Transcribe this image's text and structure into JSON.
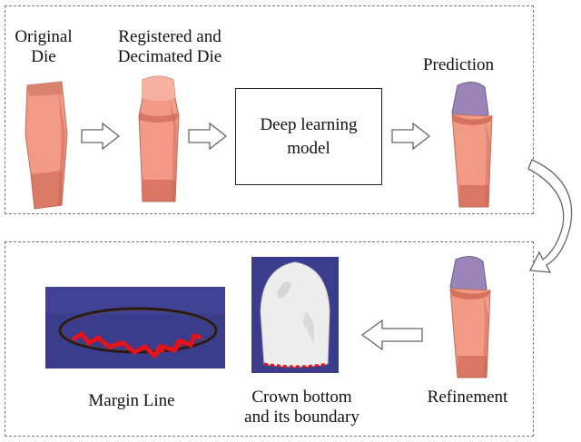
{
  "top_stage": {
    "original_die": [
      "Original",
      "Die"
    ],
    "registered_die": [
      "Registered and",
      "Decimated Die"
    ],
    "model": [
      "Deep learning",
      "model"
    ],
    "prediction": "Prediction"
  },
  "bottom_stage": {
    "margin_line": "Margin Line",
    "crown_bottom": [
      "Crown bottom",
      "and its boundary"
    ],
    "refinement": "Refinement"
  },
  "colors": {
    "tooth": "#f29a86",
    "tooth_shadow": "#c8614f",
    "crown": "#9b84b8",
    "mesh_bg": "#3a3c8c",
    "margin_red": "#e0141b"
  }
}
